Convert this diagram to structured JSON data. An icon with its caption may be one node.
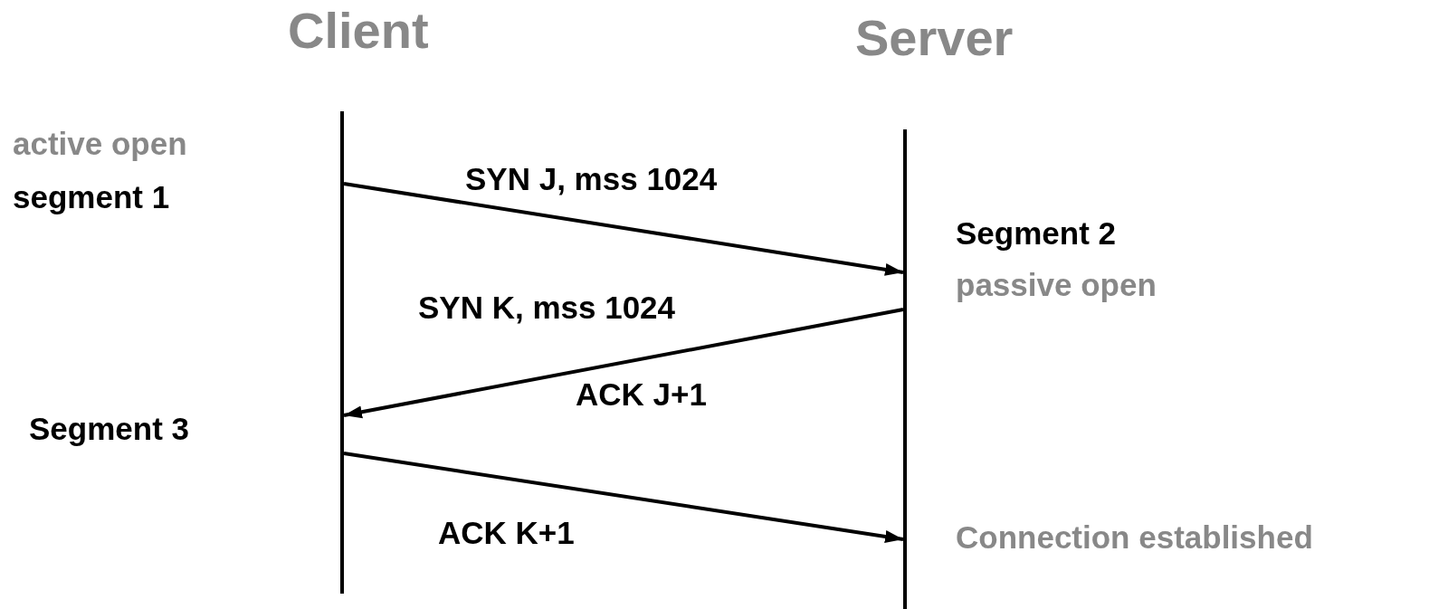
{
  "diagram": {
    "nodes": [
      {
        "text": [
          "Client"
        ]
      },
      {
        "text": [
          "Server"
        ]
      }
    ],
    "edges": [
      {
        "from": 0,
        "to": 1,
        "arrow": "to",
        "label": "SYN J, mss 1024"
      },
      {
        "from": 1,
        "to": 0,
        "arrow": "to",
        "label": "SYN K, mss 1024"
      },
      {
        "from": 0,
        "to": 1,
        "arrow": "to",
        "label": "ACK K+1"
      }
    ],
    "labels": [
      "active open",
      "segment 1",
      "Segment 2",
      "passive open",
      "ACK J+1",
      "Segment 3",
      "Connection established"
    ]
  }
}
